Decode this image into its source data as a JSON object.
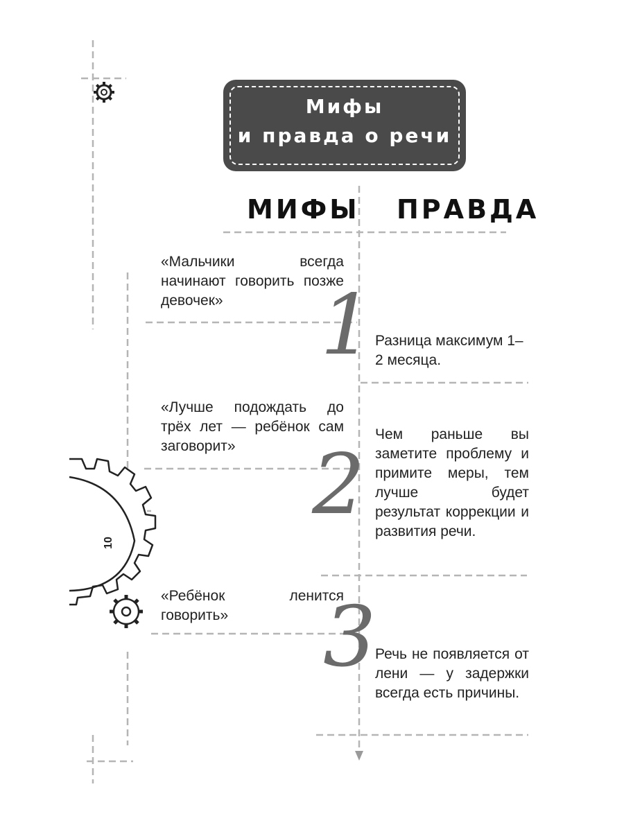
{
  "title": {
    "line1": "Мифы",
    "line2": "и правда о речи"
  },
  "columns": {
    "myths_header": "МИФЫ",
    "truth_header": "ПРАВДА"
  },
  "items": [
    {
      "number": "1",
      "myth": "«Мальчики всегда начинают говорить позже девочек»",
      "truth": "Разница максимум 1–2 месяца."
    },
    {
      "number": "2",
      "myth": "«Лучше подождать до трёх лет — ребёнок сам заговорит»",
      "truth": "Чем раньше вы заметите проблему и примите меры, тем лучше будет результат коррекции и развития речи."
    },
    {
      "number": "3",
      "myth": "«Ребёнок ленится говорить»",
      "truth": "Речь не появляется от лени — у задержки всегда есть причины."
    }
  ],
  "page_number": "10",
  "colors": {
    "title_bg": "#4a4a4a",
    "dash": "#b5b5b5",
    "number": "#6b6b6b"
  }
}
